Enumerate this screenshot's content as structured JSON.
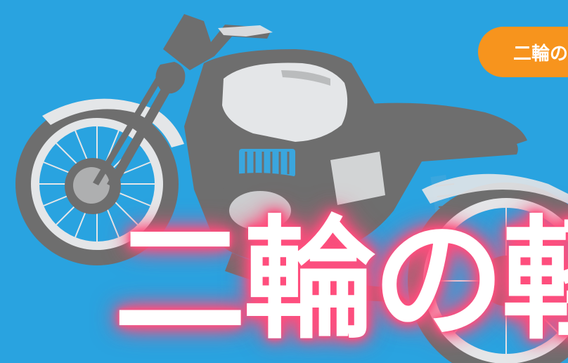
{
  "colors": {
    "background": "#29A3E0",
    "bike_body": "#6E6E6E",
    "bike_highlight": "#E4E6E8",
    "engine_accent": "#3AA6DE",
    "pill_background": "#F7941D",
    "pill_text": "#FFFFFF",
    "headline_text": "#FFFFFF",
    "headline_glow": "#FF4F7E"
  },
  "badge": {
    "label": "二輪の"
  },
  "headline": {
    "text": "二輪の軽"
  },
  "illustration": {
    "icon": "motorcycle-illustration"
  }
}
